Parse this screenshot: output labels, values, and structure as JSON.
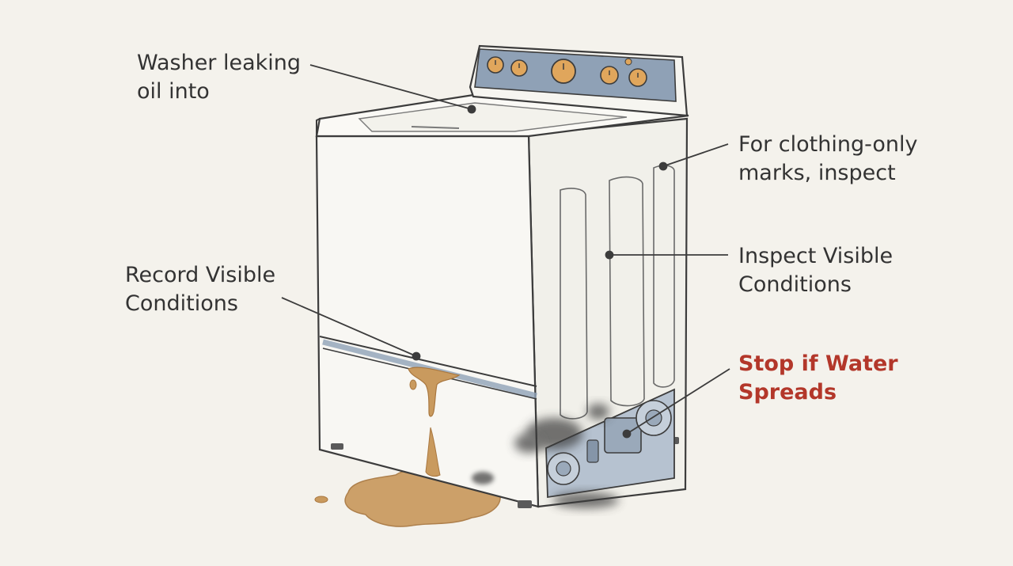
{
  "callouts": {
    "washer_leaking": {
      "lines": [
        "Washer leaking",
        "oil into"
      ]
    },
    "clothing_marks": {
      "lines": [
        "For clothing-only",
        "marks, inspect"
      ]
    },
    "inspect_visible": {
      "lines": [
        "Inspect Visible",
        "Conditions"
      ]
    },
    "record_visible": {
      "lines": [
        "Record Visible",
        "Conditions"
      ]
    },
    "stop_water": {
      "lines": [
        "Stop if Water",
        "Spreads"
      ]
    }
  },
  "colors": {
    "background": "#f4f2ec",
    "outline": "#3c3c3c",
    "cabinet": "#f8f7f3",
    "panel": "#8fa1b6",
    "knob": "#e0a65c",
    "leak": "#c99a5e",
    "warning": "#b3372a",
    "grime": "#3a3a3a"
  },
  "icons": [
    "control-knob-icon",
    "oil-puddle",
    "pump-motor"
  ]
}
